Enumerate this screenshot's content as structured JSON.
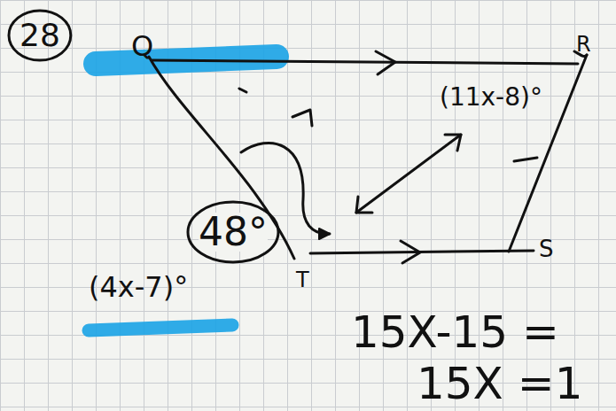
{
  "diagram": {
    "nodes": [
      {
        "text": [
          "28"
        ]
      },
      {
        "text": [
          "48°"
        ]
      }
    ],
    "labels": [
      "Q",
      "R",
      "(11x-8)°",
      "(4x-7)°",
      "T",
      "S",
      "15X-15 =",
      "15X =1"
    ]
  }
}
